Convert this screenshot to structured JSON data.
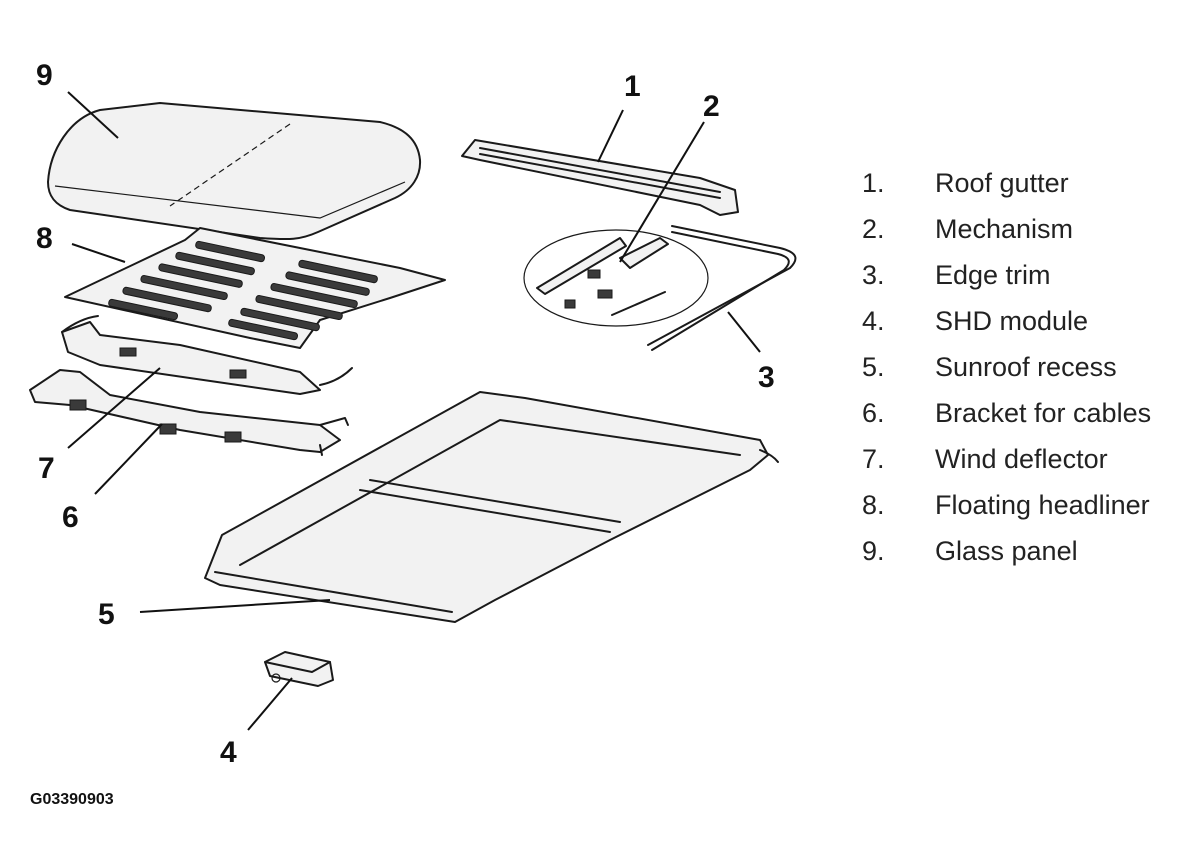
{
  "callouts": [
    "1",
    "2",
    "3",
    "4",
    "5",
    "6",
    "7",
    "8",
    "9"
  ],
  "legend": [
    {
      "num": "1.",
      "label": "Roof gutter"
    },
    {
      "num": "2.",
      "label": "Mechanism"
    },
    {
      "num": "3.",
      "label": "Edge trim"
    },
    {
      "num": "4.",
      "label": "SHD module"
    },
    {
      "num": "5.",
      "label": "Sunroof recess"
    },
    {
      "num": "6.",
      "label": "Bracket for cables"
    },
    {
      "num": "7.",
      "label": "Wind deflector"
    },
    {
      "num": "8.",
      "label": "Floating headliner"
    },
    {
      "num": "9.",
      "label": "Glass panel"
    }
  ],
  "figure_id": "G03390903"
}
